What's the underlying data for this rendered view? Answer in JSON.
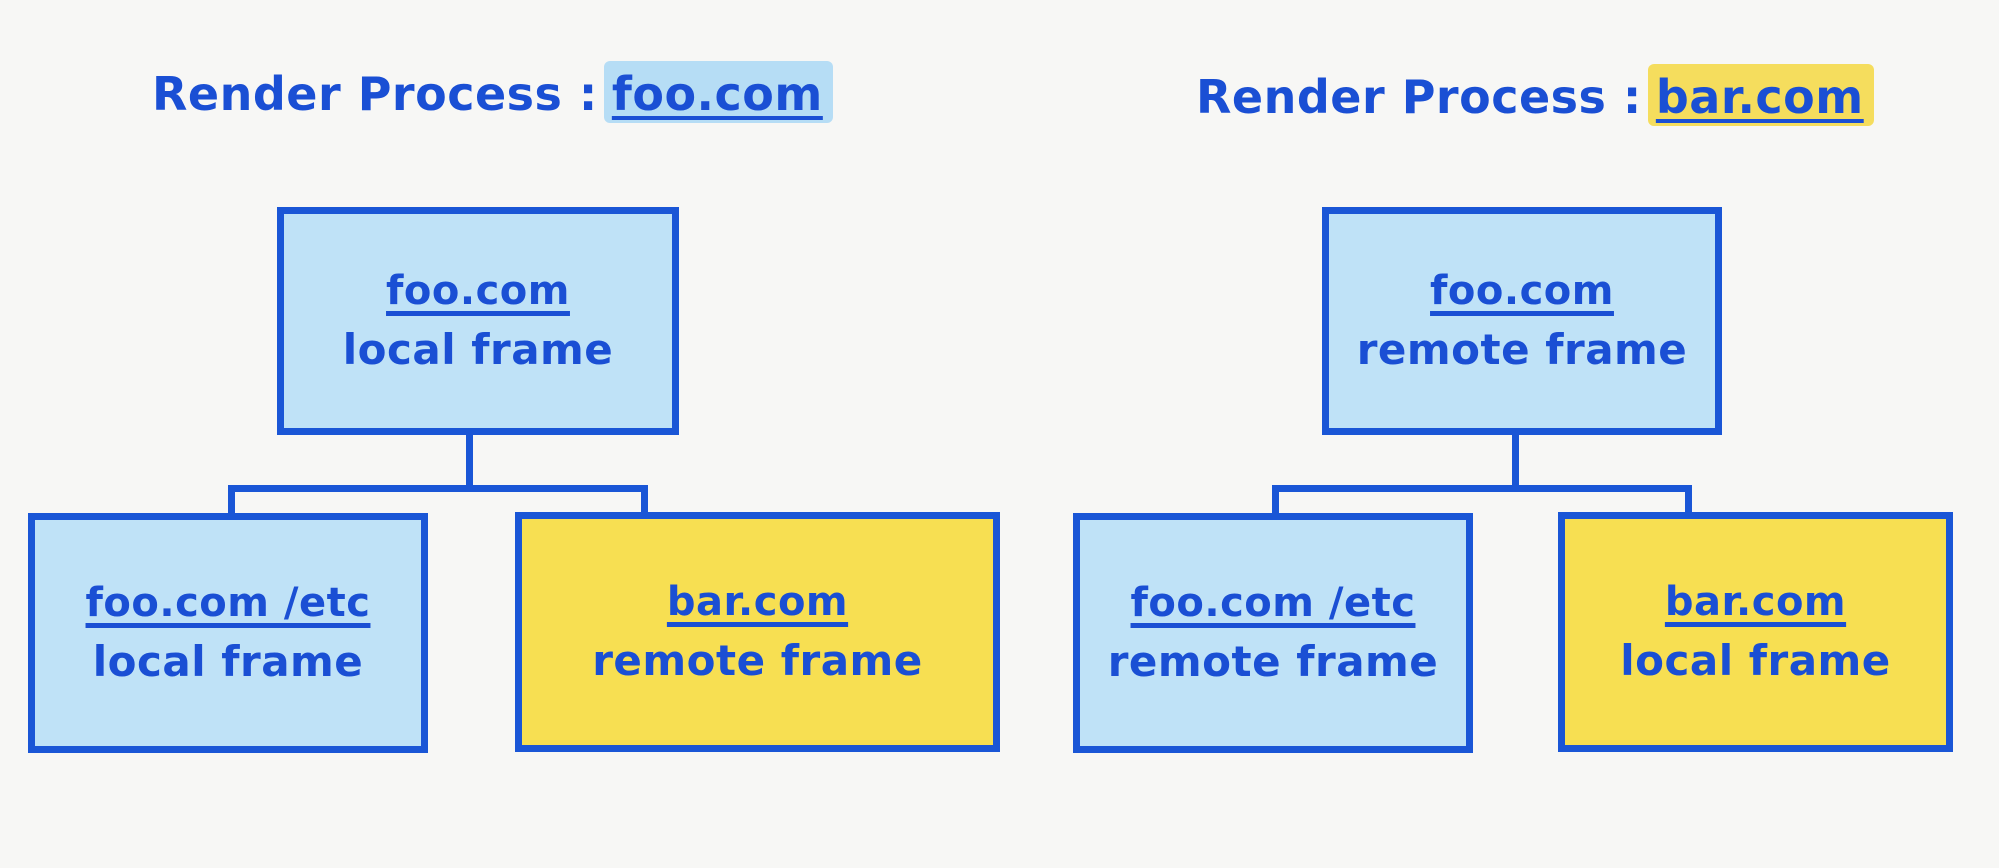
{
  "diagram": {
    "background_color": "#f7f7f5",
    "accent_blue": "#1a56d6",
    "fill_blue": "#bfe2f7",
    "fill_yellow": "#f7df52",
    "highlight_blue": "#b6ddf5",
    "highlight_yellow": "#f5dd5d"
  },
  "panels": [
    {
      "title": {
        "label": "Render Process :",
        "host": "foo.com",
        "highlight": "blue"
      },
      "root": {
        "host": "foo.com",
        "kind": "local frame",
        "fill": "blue"
      },
      "children": [
        {
          "host": "foo.com /etc",
          "kind": "local frame",
          "fill": "blue"
        },
        {
          "host": "bar.com",
          "kind": "remote frame",
          "fill": "yellow"
        }
      ]
    },
    {
      "title": {
        "label": "Render Process :",
        "host": "bar.com",
        "highlight": "yellow"
      },
      "root": {
        "host": "foo.com",
        "kind": "remote frame",
        "fill": "blue"
      },
      "children": [
        {
          "host": "foo.com /etc",
          "kind": "remote frame",
          "fill": "blue"
        },
        {
          "host": "bar.com",
          "kind": "local frame",
          "fill": "yellow"
        }
      ]
    }
  ]
}
